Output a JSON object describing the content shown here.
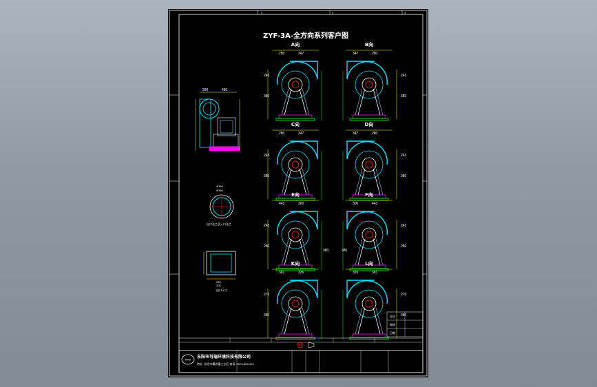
{
  "drawing": {
    "title": "ZYF-3A-全方向系列客户图",
    "border_color": "#ffffff",
    "accent_colors": {
      "casing": "#00e5ff",
      "dimension": "#ffff00",
      "frame": "#ff00ff",
      "base": "#00ff00"
    }
  },
  "zone_numbers": {
    "top": [
      "2",
      "3",
      "4"
    ]
  },
  "views": [
    {
      "label": "A向",
      "dims": [
        "280",
        "347",
        "243",
        "380"
      ]
    },
    {
      "label": "B向",
      "dims": [
        "347",
        "280",
        "243",
        "380"
      ]
    },
    {
      "label": "C向",
      "dims": [
        "280",
        "347",
        "243",
        "380"
      ]
    },
    {
      "label": "D向",
      "dims": [
        "347",
        "280",
        "243",
        "380"
      ]
    },
    {
      "label": "E向",
      "dims": [
        "443",
        "300",
        "243",
        "280",
        "380"
      ]
    },
    {
      "label": "F向",
      "dims": [
        "300",
        "443",
        "243",
        "280",
        "380"
      ]
    },
    {
      "label": "K向",
      "dims": [
        "381",
        "326",
        "276",
        "380"
      ]
    },
    {
      "label": "L向",
      "dims": [
        "326",
        "381",
        "276",
        "380"
      ]
    }
  ],
  "side_view": {
    "dims": [
      "280",
      "480"
    ]
  },
  "inlet_detail": {
    "dims": [
      "Φ390",
      "Φ350"
    ],
    "caption": "出口法兰及入口法兰"
  },
  "outlet_detail": {
    "dims": [
      "280",
      "300"
    ],
    "caption": "出口尺寸"
  },
  "title_block": {
    "company": "东阳市可瑞环境科技有限公司",
    "address": "地址: 东阳市横店镇工业区  电话: 0579-8611175",
    "logo_text": "KRS",
    "rows": [
      "设计",
      "审核",
      "日期"
    ]
  }
}
